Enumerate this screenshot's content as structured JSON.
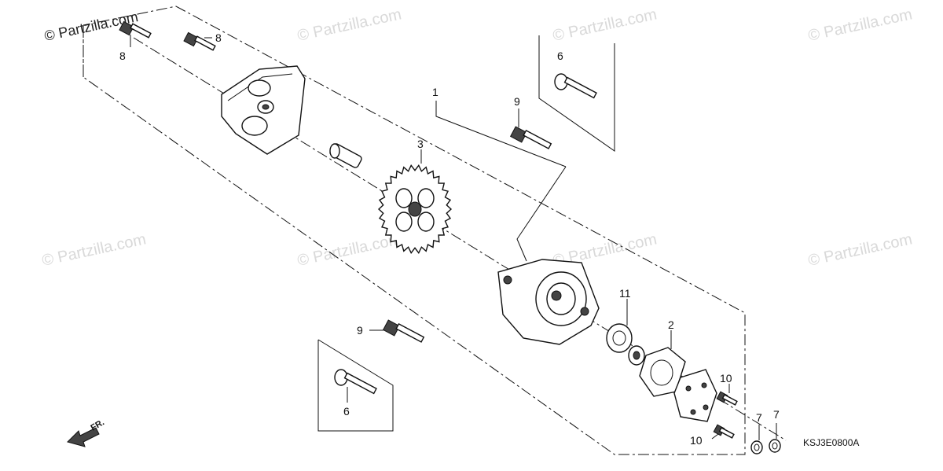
{
  "copyright": "© Partzilla.com",
  "watermark": "© Partzilla.com",
  "diagram_code": "KSJ3E0800A",
  "front_arrow_label": "FR.",
  "callouts": {
    "c1": "1",
    "c2": "2",
    "c3": "3",
    "c6a": "6",
    "c6b": "6",
    "c7a": "7",
    "c7b": "7",
    "c8a": "8",
    "c8b": "8",
    "c9a": "9",
    "c9b": "9",
    "c10a": "10",
    "c10b": "10",
    "c11": "11"
  }
}
